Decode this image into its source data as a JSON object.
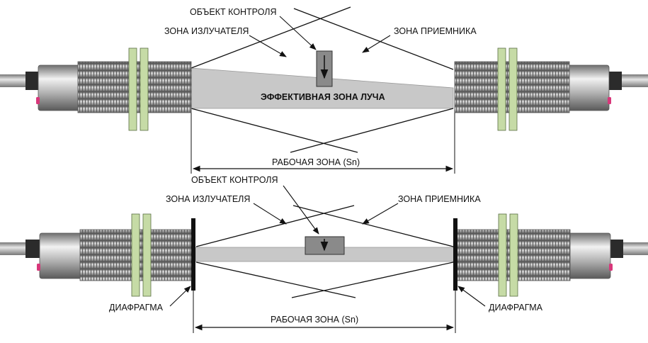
{
  "top": {
    "object_label": "ОБЪЕКТ КОНТРОЛЯ",
    "emitter_label": "ЗОНА ИЗЛУЧАТЕЛЯ",
    "receiver_label": "ЗОНА ПРИЕМНИКА",
    "beam_label": "ЭФФЕКТИВНАЯ ЗОНА ЛУЧА",
    "range_label": "РАБОЧАЯ ЗОНА (Sn)"
  },
  "bottom": {
    "object_label": "ОБЪЕКТ КОНТРОЛЯ",
    "emitter_label": "ЗОНА ИЗЛУЧАТЕЛЯ",
    "receiver_label": "ЗОНА ПРИЕМНИКА",
    "range_label": "РАБОЧАЯ ЗОНА (Sn)",
    "diaphragm_left_label": "ДИАФРАГМА",
    "diaphragm_right_label": "ДИАФРАГМА"
  },
  "colors": {
    "beam": "#c8c8c8",
    "object": "#8a8a8a",
    "nut": "#c6dba6",
    "thread": "#9a9a9a",
    "led": "#d8377a",
    "diaphragm": "#111111"
  }
}
